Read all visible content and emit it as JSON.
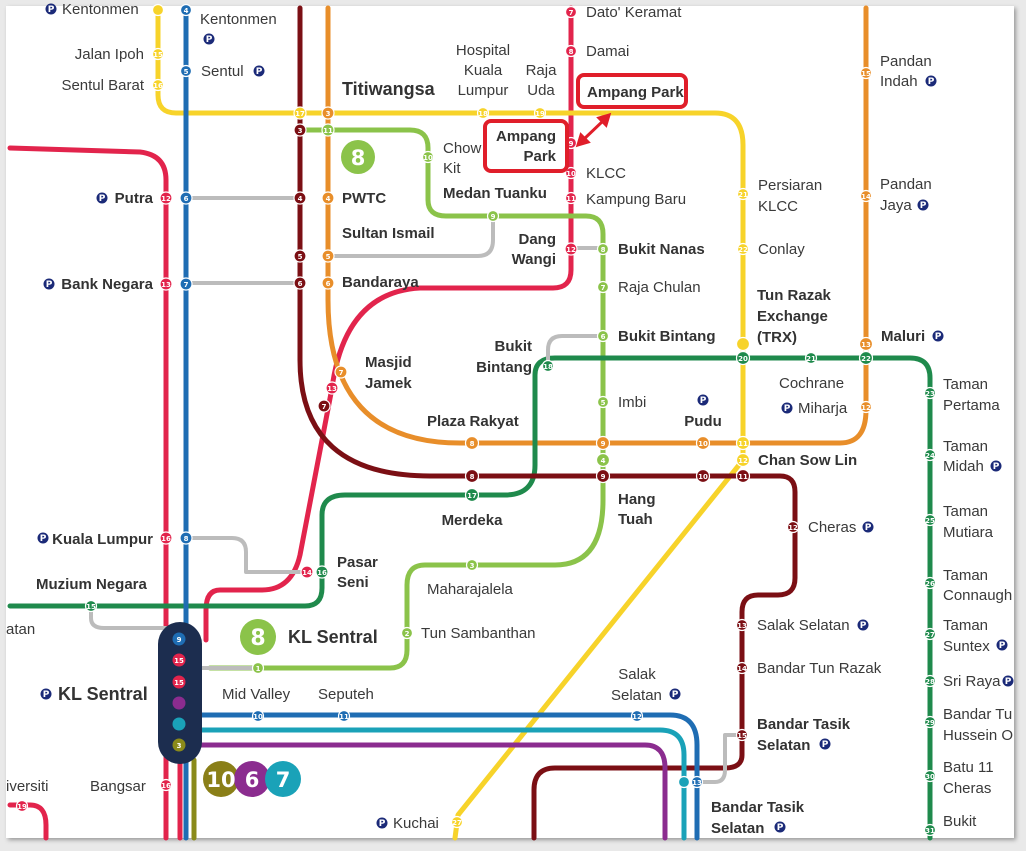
{
  "colors": {
    "kelana_jaya": "#e2244c",
    "sri_petaling": "#e88e2a",
    "ampang": "#f7d32a",
    "monorail": "#8bc34a",
    "kajang": "#1f8a4c",
    "putrajaya": "#7b0f14",
    "klang_valley_blue": "#1f6db3",
    "skypark": "#1aa2b8",
    "port_klang": "#8b2c8f",
    "grey_link": "#bcbcbc",
    "highlight": "#e01e2a",
    "parking": "#1b2a78"
  },
  "parking_symbol": "P",
  "highlight_stations": {
    "ampang_park_north": "Ampang Park",
    "ampang_park_south_line1": "Ampang",
    "ampang_park_south_line2": "Park"
  },
  "line_badges": {
    "monorail_top": "8",
    "monorail_bottom": "8",
    "port_klang": "10",
    "sri_petaling": "6",
    "kelana_jaya": "7"
  },
  "stations": {
    "kentonmen_left": "Kentonmen",
    "kentonmen_right": "Kentonmen",
    "jalan_ipoh": "Jalan Ipoh",
    "sentul_barat": "Sentul Barat",
    "sentul": "Sentul",
    "titiwangsa": "Titiwangsa",
    "hospital_kl_1": "Hospital",
    "hospital_kl_2": "Kuala",
    "hospital_kl_3": "Lumpur",
    "raja_uda_1": "Raja",
    "raja_uda_2": "Uda",
    "dato_keramat": "Dato' Keramat",
    "damai": "Damai",
    "klcc": "KLCC",
    "kampung_baru": "Kampung Baru",
    "chow_kit_1": "Chow",
    "chow_kit_2": "Kit",
    "medan_tuanku": "Medan Tuanku",
    "putra": "Putra",
    "pwtc": "PWTC",
    "sultan_ismail": "Sultan Ismail",
    "bank_negara": "Bank Negara",
    "bandaraya": "Bandaraya",
    "dang_wangi_1": "Dang",
    "dang_wangi_2": "Wangi",
    "bukit_nanas": "Bukit Nanas",
    "raja_chulan": "Raja Chulan",
    "bukit_bintang": "Bukit Bintang",
    "bukit_bintang_mrt_1": "Bukit",
    "bukit_bintang_mrt_2": "Bintang",
    "masjid_jamek_1": "Masjid",
    "masjid_jamek_2": "Jamek",
    "imbi": "Imbi",
    "pudu": "Pudu",
    "plaza_rakyat": "Plaza Rakyat",
    "persiaran_klcc_1": "Persiaran",
    "persiaran_klcc_2": "KLCC",
    "conlay": "Conlay",
    "trx_1": "Tun Razak",
    "trx_2": "Exchange",
    "trx_3": "(TRX)",
    "pandan_indah_1": "Pandan",
    "pandan_indah_2": "Indah",
    "pandan_jaya_1": "Pandan",
    "pandan_jaya_2": "Jaya",
    "maluri": "Maluri",
    "cochrane": "Cochrane",
    "miharja": "Miharja",
    "chan_sow_lin": "Chan Sow Lin",
    "taman_pertama_1": "Taman",
    "taman_pertama_2": "Pertama",
    "taman_midah_1": "Taman",
    "taman_midah_2": "Midah",
    "taman_mutiara_1": "Taman",
    "taman_mutiara_2": "Mutiara",
    "taman_connaught_1": "Taman",
    "taman_connaught_2": "Connaugh",
    "taman_suntex_1": "Taman",
    "taman_suntex_2": "Suntex",
    "sri_raya": "Sri Raya",
    "bandar_tun_hussein_1": "Bandar Tu",
    "bandar_tun_hussein_2": "Hussein O",
    "batu_11_1": "Batu 11",
    "batu_11_2": "Cheras",
    "bukit_dukung": "Bukit",
    "merdeka": "Merdeka",
    "hang_tuah_1": "Hang",
    "hang_tuah_2": "Tuah",
    "cheras": "Cheras",
    "kuala_lumpur": "Kuala Lumpur",
    "pasar_seni_1": "Pasar",
    "pasar_seni_2": "Seni",
    "maharajalela": "Maharajalela",
    "muzium_negara": "Muzium Negara",
    "tan_partial": "atan",
    "kl_sentral_mono": "KL Sentral",
    "tun_sambanthan": "Tun Sambanthan",
    "salak_selatan_kj": "Salak Selatan",
    "bandar_tun_razak": "Bandar Tun Razak",
    "kl_sentral": "KL Sentral",
    "mid_valley": "Mid Valley",
    "seputeh": "Seputeh",
    "salak_selatan_1": "Salak",
    "salak_selatan_2": "Selatan",
    "bandar_tasik_selatan_1": "Bandar Tasik",
    "bandar_tasik_selatan_2": "Selatan",
    "bandar_tasik_selatan_b1": "Bandar Tasik",
    "bandar_tasik_selatan_b2": "Selatan",
    "universiti": "iversiti",
    "bangsar": "Bangsar",
    "kuchai": "Kuchai"
  },
  "codes": {
    "c15": "15",
    "c16": "16",
    "c4": "4",
    "c5": "5",
    "c17": "17",
    "c3": "3",
    "c11": "11",
    "c10": "10",
    "c18": "18",
    "c19": "19",
    "c7": "7",
    "c8": "8",
    "c9": "9",
    "c12": "12",
    "c13": "13",
    "c6": "6",
    "c1": "1",
    "c2": "2",
    "c14": "14",
    "c20": "20",
    "c21": "21",
    "c22": "22",
    "c23": "23",
    "c24": "24",
    "c25": "25",
    "c26": "26",
    "c27": "27",
    "c28": "28",
    "c29": "29",
    "c30": "30",
    "c31": "31"
  }
}
